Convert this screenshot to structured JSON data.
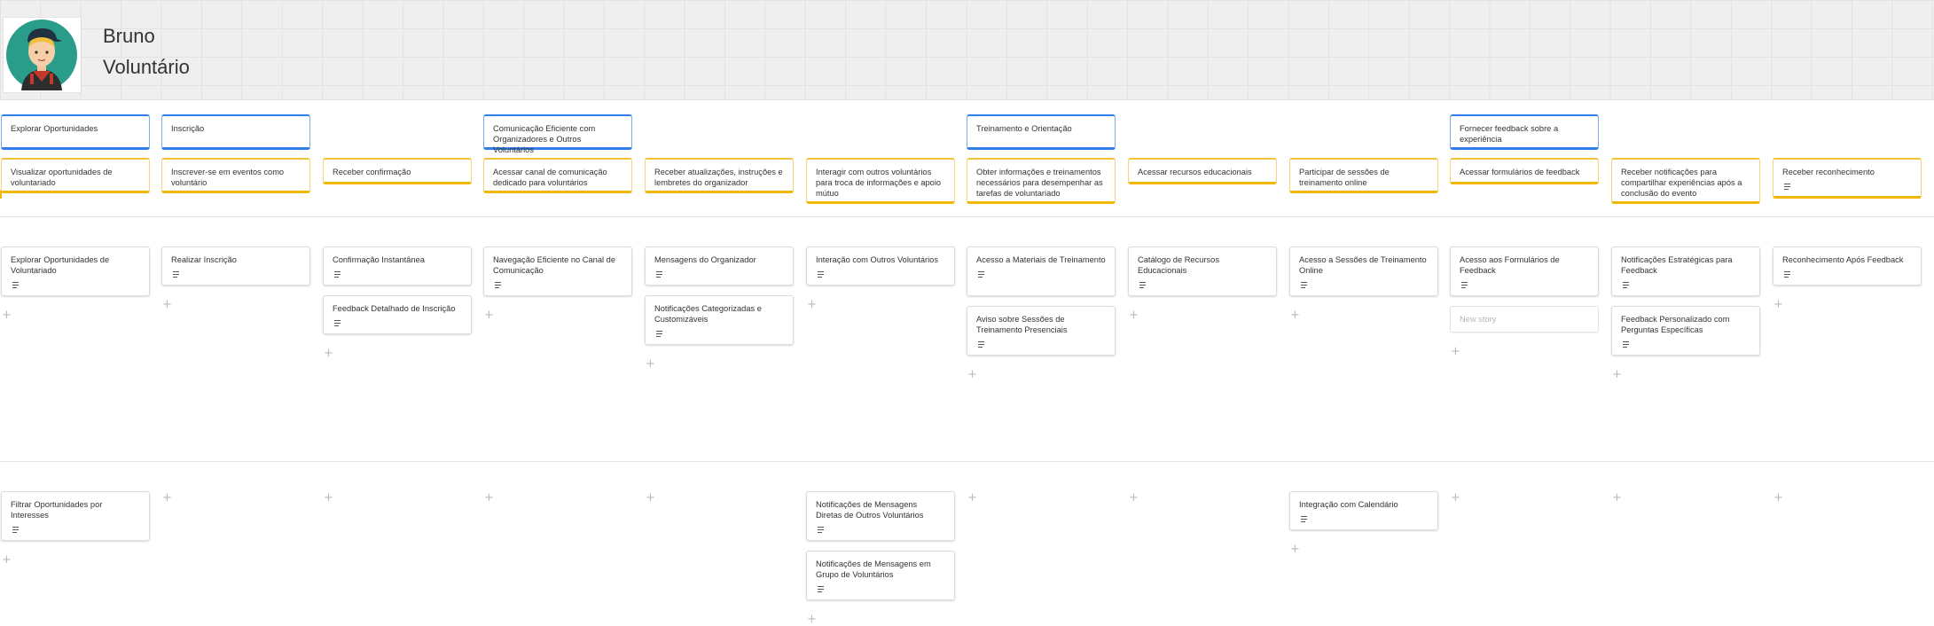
{
  "persona": {
    "name": "Bruno",
    "role": "Voluntário",
    "avatar_icon": "volunteer-avatar-icon"
  },
  "colors": {
    "goal_border": "#2f80ed",
    "activity_border": "#f2b705",
    "header_bg": "#efefef"
  },
  "goals": [
    {
      "label": "Explorar Oportunidades"
    },
    {
      "label": "Inscrição"
    },
    {
      "label": "Comunicação Eficiente com Organizadores e Outros Voluntários"
    },
    {
      "label": "Treinamento e Orientação"
    },
    {
      "label": "Fornecer feedback sobre a experiência"
    }
  ],
  "activities": [
    {
      "label": "Visualizar oportunidades de voluntariado"
    },
    {
      "label": "Inscrever-se em eventos como voluntário"
    },
    {
      "label": "Receber confirmação"
    },
    {
      "label": "Acessar canal de comunicação dedicado para voluntários"
    },
    {
      "label": "Receber atualizações, instruções e lembretes do organizador"
    },
    {
      "label": "Interagir com outros voluntários para troca de informações e apoio mútuo"
    },
    {
      "label": "Obter informações e treinamentos necessários para desempenhar as tarefas de voluntariado"
    },
    {
      "label": "Acessar recursos educacionais"
    },
    {
      "label": "Participar de sessões de treinamento online"
    },
    {
      "label": "Acessar formulários de feedback"
    },
    {
      "label": "Receber notificações para compartilhar experiências após a conclusão do evento"
    },
    {
      "label": "Receber reconhecimento"
    }
  ],
  "release1": [
    [
      "Explorar Oportunidades de Voluntariado"
    ],
    [
      "Realizar Inscrição"
    ],
    [
      "Confirmação Instantânea",
      "Feedback Detalhado de Inscrição"
    ],
    [
      "Navegação Eficiente no Canal de Comunicação"
    ],
    [
      "Mensagens do Organizador",
      "Notificações Categorizadas e Customizáveis"
    ],
    [
      "Interação com Outros Voluntários"
    ],
    [
      "Acesso  a Materiais de Treinamento",
      "Aviso sobre Sessões de Treinamento Presenciais"
    ],
    [
      "Catálogo de Recursos Educacionais"
    ],
    [
      "Acesso a Sessões de Treinamento Online"
    ],
    [
      "Acesso aos Formulários de Feedback"
    ],
    [
      "Notificações Estratégicas para Feedback",
      "Feedback Personalizado com Perguntas Específicas"
    ],
    [
      "Reconhecimento Após Feedback"
    ]
  ],
  "release2": [
    [
      "Filtrar Oportunidades por Interesses"
    ],
    [],
    [],
    [],
    [],
    [
      "Notificações de Mensagens Diretas de Outros Voluntários",
      "Notificações de Mensagens em Grupo de Voluntários"
    ],
    [],
    [],
    [
      "Integração com Calendário"
    ],
    [],
    [],
    []
  ],
  "new_story_placeholder": "New story",
  "add_symbol": "+"
}
